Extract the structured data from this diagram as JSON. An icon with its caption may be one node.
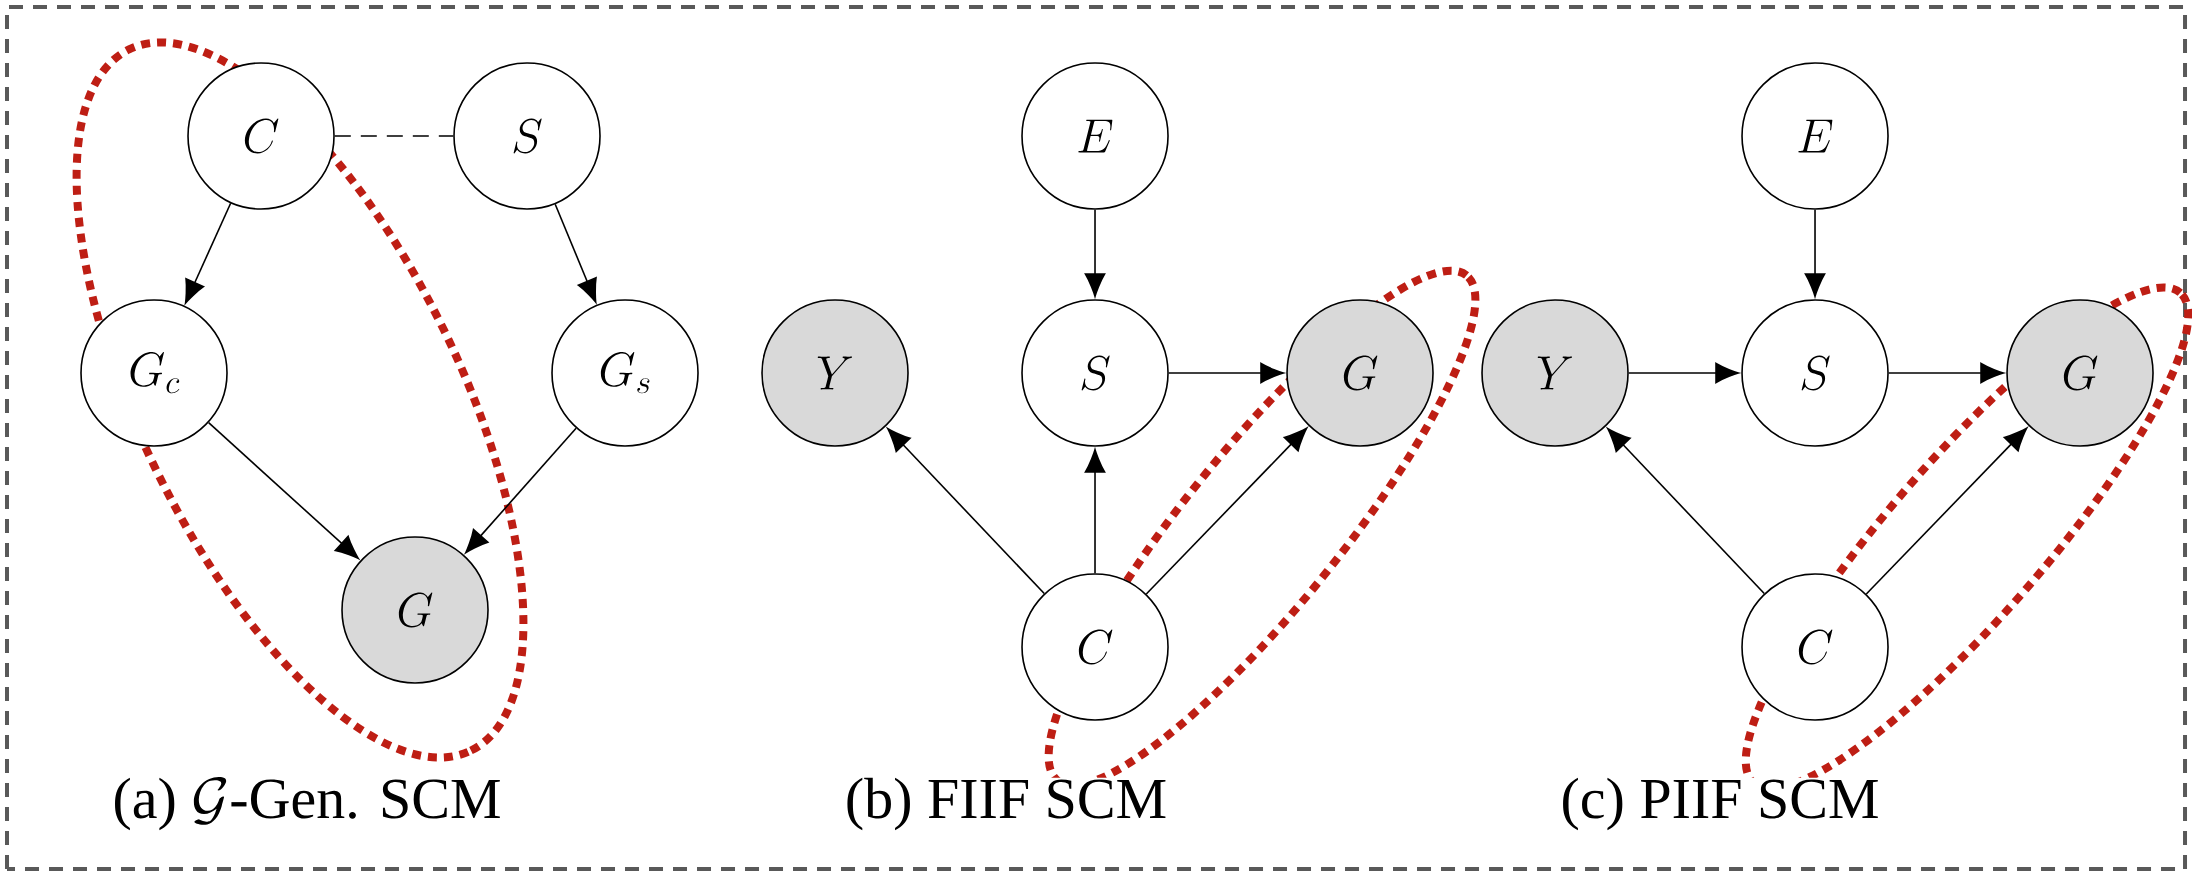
{
  "diagram": {
    "nodes": [
      {
        "text": [
          "C"
        ]
      },
      {
        "text": [
          "S"
        ]
      },
      {
        "text": [
          "G_c"
        ]
      },
      {
        "text": [
          "G_s"
        ]
      },
      {
        "text": [
          "G"
        ]
      },
      {
        "text": [
          "E"
        ]
      },
      {
        "text": [
          "Y"
        ]
      },
      {
        "text": [
          "S"
        ]
      },
      {
        "text": [
          "G"
        ]
      },
      {
        "text": [
          "C"
        ]
      },
      {
        "text": [
          "E"
        ]
      },
      {
        "text": [
          "Y"
        ]
      },
      {
        "text": [
          "S"
        ]
      },
      {
        "text": [
          "G"
        ]
      },
      {
        "text": [
          "C"
        ]
      }
    ],
    "edges": [
      {
        "from": 0,
        "to": 1,
        "arrow": "none",
        "style": "dashed"
      },
      {
        "from": 0,
        "to": 2,
        "arrow": "to"
      },
      {
        "from": 1,
        "to": 3,
        "arrow": "to"
      },
      {
        "from": 2,
        "to": 4,
        "arrow": "to"
      },
      {
        "from": 3,
        "to": 4,
        "arrow": "to"
      },
      {
        "from": 5,
        "to": 7,
        "arrow": "to"
      },
      {
        "from": 9,
        "to": 6,
        "arrow": "to"
      },
      {
        "from": 9,
        "to": 7,
        "arrow": "to"
      },
      {
        "from": 9,
        "to": 8,
        "arrow": "to"
      },
      {
        "from": 7,
        "to": 8,
        "arrow": "to"
      },
      {
        "from": 10,
        "to": 12,
        "arrow": "to"
      },
      {
        "from": 11,
        "to": 12,
        "arrow": "to"
      },
      {
        "from": 12,
        "to": 13,
        "arrow": "to"
      },
      {
        "from": 14,
        "to": 11,
        "arrow": "to"
      },
      {
        "from": 14,
        "to": 13,
        "arrow": "to"
      }
    ],
    "labels": [
      "\\text{(a) }\\mathcal{G}\\text{-Gen. SCM}",
      "(b) FIIF SCM",
      "(c) PIIF SCM"
    ]
  }
}
